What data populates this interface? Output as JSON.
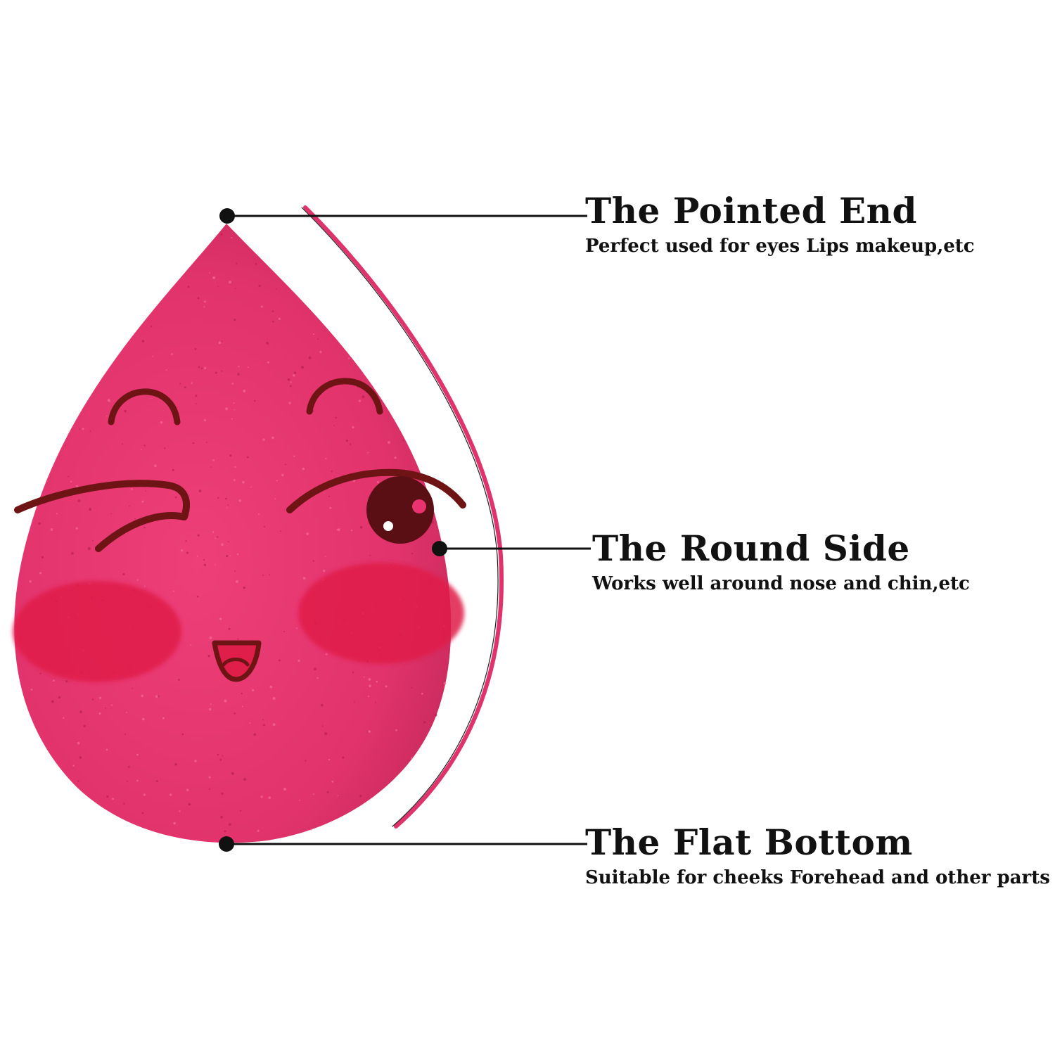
{
  "colors": {
    "sponge": "#e8336f",
    "sponge_shadow": "#c9245a",
    "blush": "#e01e4a",
    "face_lines": "#6e1414",
    "pupil": "#5a0f14",
    "outline_stroke": "#e0336b",
    "pointer": "#111111"
  },
  "labels": {
    "pointed_end": {
      "title": "The Pointed End",
      "description": "Perfect used for eyes Lips makeup,etc"
    },
    "round_side": {
      "title": "The Round Side",
      "description": "Works well around nose and chin,etc"
    },
    "flat_bottom": {
      "title": "The Flat Bottom",
      "description": "Suitable for cheeks Forehead and other parts"
    }
  }
}
